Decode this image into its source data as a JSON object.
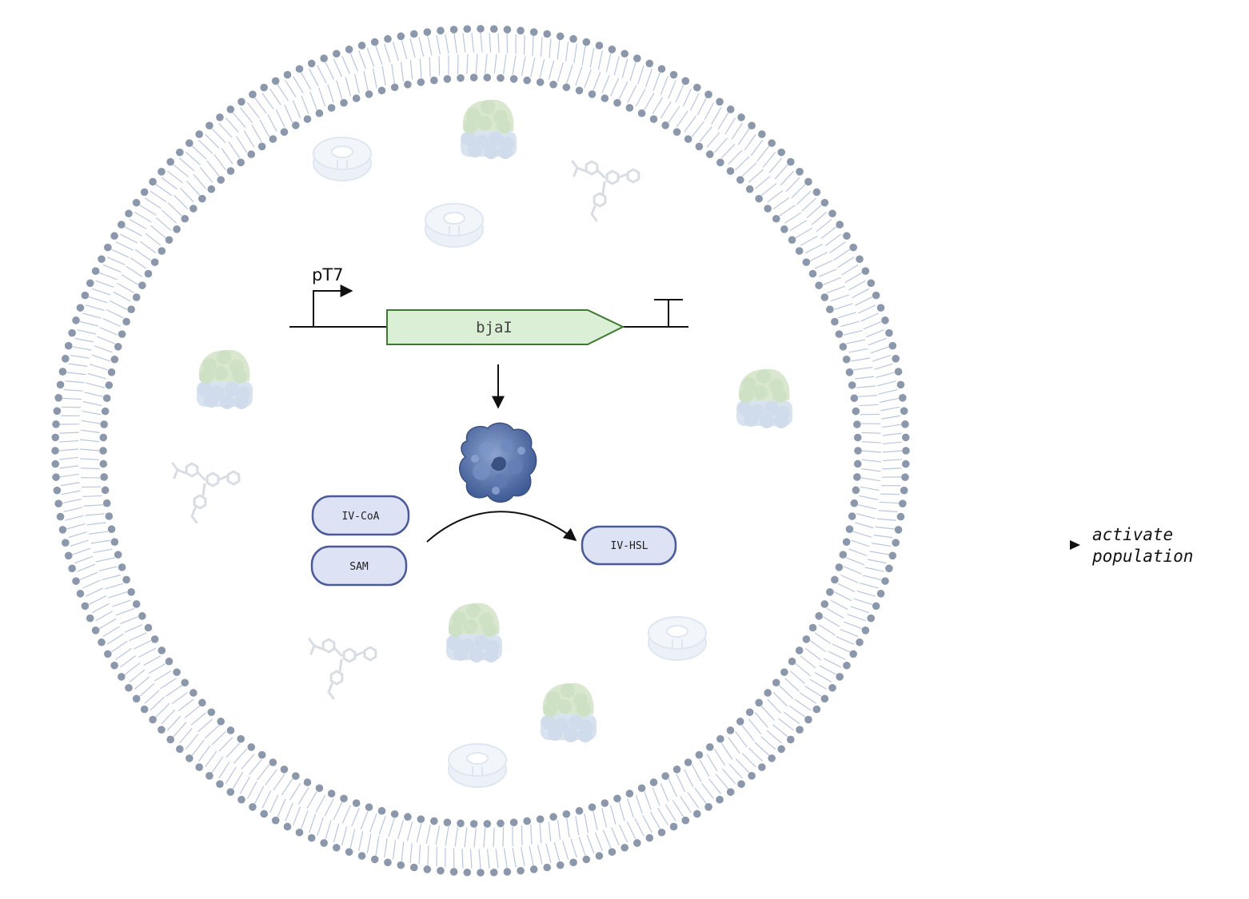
{
  "promoter": {
    "label": "pT7"
  },
  "gene": {
    "label": "bjaI"
  },
  "substrates": [
    {
      "label": "IV-CoA"
    },
    {
      "label": "SAM"
    }
  ],
  "product": {
    "label": "IV-HSL"
  },
  "output": {
    "line1": "activate",
    "line2": "population"
  },
  "colors": {
    "membrane_head": "#8b97ab",
    "membrane_tail": "#b9c6e0",
    "gene_fill": "#dbefd6",
    "gene_stroke": "#3d7a2e",
    "node_fill": "#dde3f4",
    "node_stroke": "#4a5a9a",
    "enzyme": "#5a78b0",
    "faded_green": "#b8d4a6",
    "faded_blue": "#b9cde2"
  },
  "icons": {
    "membrane": "lipid-bilayer-icon",
    "enzyme": "protein-structure-icon",
    "ribosome": "ribosome-icon",
    "molecule": "small-molecule-icon",
    "cofactor": "cofactor-ring-icon",
    "promoter": "promoter-arrow-icon",
    "terminator": "terminator-icon"
  }
}
